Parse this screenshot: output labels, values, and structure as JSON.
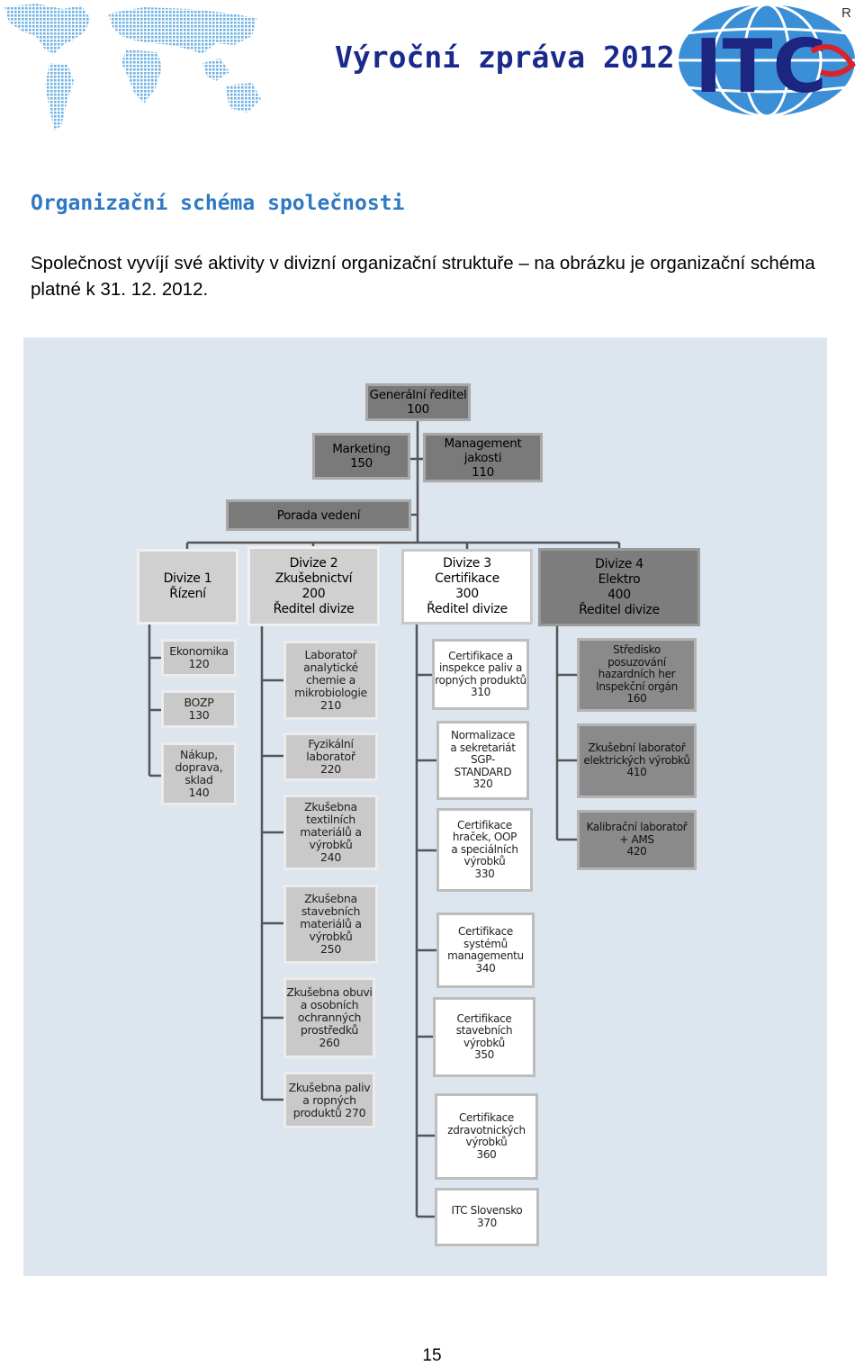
{
  "header": {
    "title": "Výroční zpráva 2012",
    "logo_text": "ITC",
    "logo_mark": "R"
  },
  "section_title": "Organizační schéma společnosti",
  "intro_text": "Společnost vyvíjí své aktivity v divizní organizační struktuře – na obrázku je organizační schéma platné k 31. 12. 2012.",
  "org": {
    "ceo": "Generální ředitel\n100",
    "marketing": "Marketing\n150",
    "quality": "Management\njakosti\n110",
    "board": "Porada vedení",
    "divisions": [
      {
        "title": "Divize 1\nŘízení",
        "units": [
          "Ekonomika\n120",
          "BOZP\n130",
          "Nákup,\ndoprava,\nsklad\n140"
        ]
      },
      {
        "title": "Divize 2\nZkušebnictví\n200\nŘeditel divize",
        "units": [
          "Laboratoř\nanalytické\nchemie a\nmikrobiologie\n210",
          "Fyzikální\nlaboratoř\n220",
          "Zkušebna\ntextilních\nmateriálů a\nvýrobků\n240",
          "Zkušebna\nstavebních\nmateriálů a\nvýrobků\n250",
          "Zkušebna obuvi\na osobních\nochranných\nprostředků\n260",
          "Zkušebna paliv\na ropných\nproduktů  270"
        ]
      },
      {
        "title": "Divize 3\nCertifikace\n300\nŘeditel divize",
        "units": [
          "Certifikace a\ninspekce paliv a\nropných produktů\n310",
          "Normalizace\na sekretariát\nSGP-\nSTANDARD\n320",
          "Certifikace\nhraček, OOP\na speciálních\nvýrobků\n330",
          "Certifikace\nsystémů\nmanagementu\n340",
          "Certifikace\nstavebních\nvýrobků\n350",
          "Certifikace\nzdravotnických\nvýrobků\n360",
          "ITC  Slovensko\n370"
        ]
      },
      {
        "title": "Divize 4\nElektro\n400\nŘeditel divize",
        "units": [
          "Středisko\nposuzování\nhazardních her\nInspekční orgán\n160",
          "Zkušební laboratoř\nelektrických výrobků\n410",
          "Kalibrační laboratoř\n+ AMS\n420"
        ]
      }
    ]
  },
  "page_number": "15",
  "colors": {
    "title_navy": "#1a2a8c",
    "section_blue": "#2f78c4",
    "chart_background": "#dde5ef",
    "logo_blue": "#3b8fd6",
    "logo_navy": "#1c2580",
    "logo_red": "#d8232a"
  }
}
